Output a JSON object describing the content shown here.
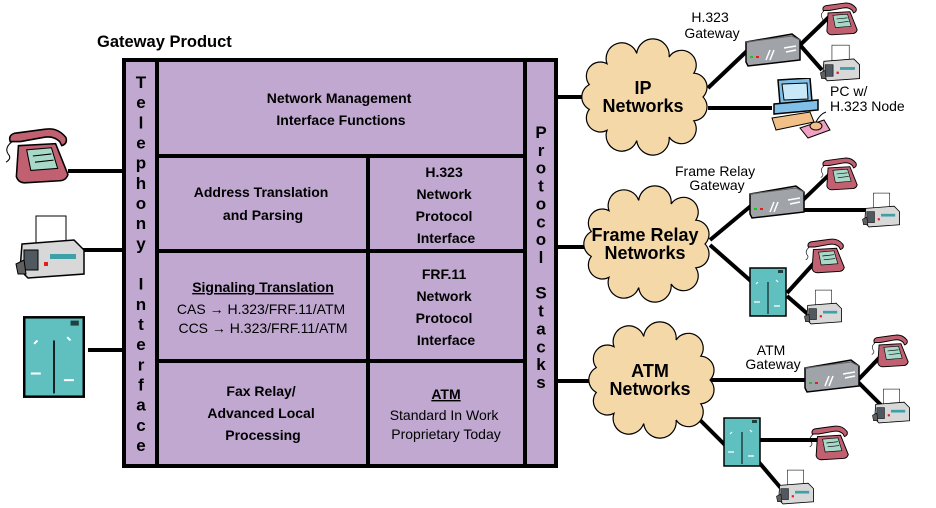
{
  "title": "Gateway Product",
  "gateway_box": {
    "fill": "#c0a8d0",
    "left_column": "Telephony Interface",
    "right_column": "Protocol Stacks",
    "network_management": [
      "Network Management",
      "Interface Functions"
    ],
    "address_translation": [
      "Address Translation",
      "and Parsing"
    ],
    "h323_interface": [
      "H.323",
      "Network",
      "Protocol",
      "Interface"
    ],
    "signaling": {
      "heading": "Signaling Translation",
      "lines": [
        "CAS → H.323/FRF.11/ATM",
        "CCS → H.323/FRF.11/ATM"
      ]
    },
    "frf11_interface": [
      "FRF.11",
      "Network",
      "Protocol",
      "Interface"
    ],
    "fax_relay": [
      "Fax Relay/",
      "Advanced Local",
      "Processing"
    ],
    "atm": {
      "heading": "ATM",
      "lines": [
        "Standard In Work",
        "Proprietary Today"
      ]
    }
  },
  "networks": [
    {
      "name": [
        "IP",
        "Networks"
      ]
    },
    {
      "name": [
        "Frame Relay",
        "Networks"
      ]
    },
    {
      "name": [
        "ATM",
        "Networks"
      ]
    }
  ],
  "cloud_color": "#f5d8a8",
  "labels": {
    "h323_gateway": [
      "H.323",
      "Gateway"
    ],
    "pc_node": [
      "PC w/",
      "H.323 Node"
    ],
    "fr_gateway": [
      "Frame Relay",
      "Gateway"
    ],
    "atm_gateway": [
      "ATM",
      "Gateway"
    ]
  }
}
